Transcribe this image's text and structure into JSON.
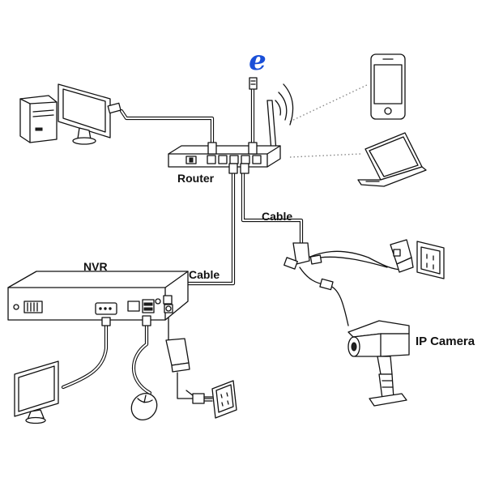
{
  "labels": {
    "router": "Router",
    "nvr": "NVR",
    "cable_nvr": "Cable",
    "cable_camera": "Cable",
    "ip_camera": "IP Camera"
  },
  "icons": {
    "internet": "internet-explorer-icon",
    "internet_letter": "e"
  },
  "colors": {
    "internet_icon": "#1a4fd8",
    "line_art": "#111111",
    "wireless_link": "#888888"
  }
}
